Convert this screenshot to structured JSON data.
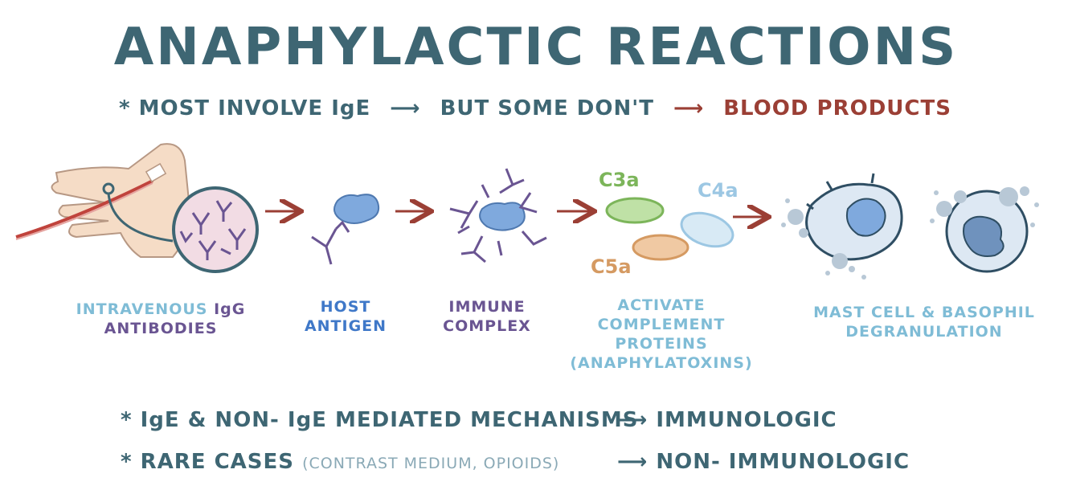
{
  "title": "ANAPHYLACTIC REACTIONS",
  "line1": {
    "star": "*",
    "part1": "MOST INVOLVE IgE",
    "part2": "BUT SOME DON'T",
    "part3": "BLOOD PRODUCTS"
  },
  "steps": {
    "ivig_a": "INTRAVENOUS",
    "ivig_b": "IgG",
    "ivig_c": "ANTIBODIES",
    "host_a": "HOST",
    "host_b": "ANTIGEN",
    "immune_a": "IMMUNE",
    "immune_b": "COMPLEX",
    "comp_a": "ACTIVATE",
    "comp_b": "COMPLEMENT",
    "comp_c": "PROTEINS",
    "comp_d": "(ANAPHYLATOXINS)",
    "mast_a": "MAST CELL & BASOPHIL",
    "mast_b": "DEGRANULATION"
  },
  "complement": {
    "c3a": "C3a",
    "c4a": "C4a",
    "c5a": "C5a"
  },
  "bottom": [
    {
      "star": "*",
      "text": "IgE & NON- IgE MEDIATED MECHANISMS",
      "note": "",
      "result": "IMMUNOLOGIC"
    },
    {
      "star": "*",
      "text": "RARE CASES",
      "note": "(CONTRAST MEDIUM, OPIOIDS)",
      "result": "NON- IMMUNOLOGIC"
    }
  ],
  "colors": {
    "title": "#3e6673",
    "blood": "#9b3f35",
    "arrow": "#9b3f35",
    "antibody": "#6a5592",
    "antigen": "#7fa9dd",
    "c3a": "#7cb55a",
    "c4a": "#9cc7e3",
    "c5a": "#d59a62"
  }
}
